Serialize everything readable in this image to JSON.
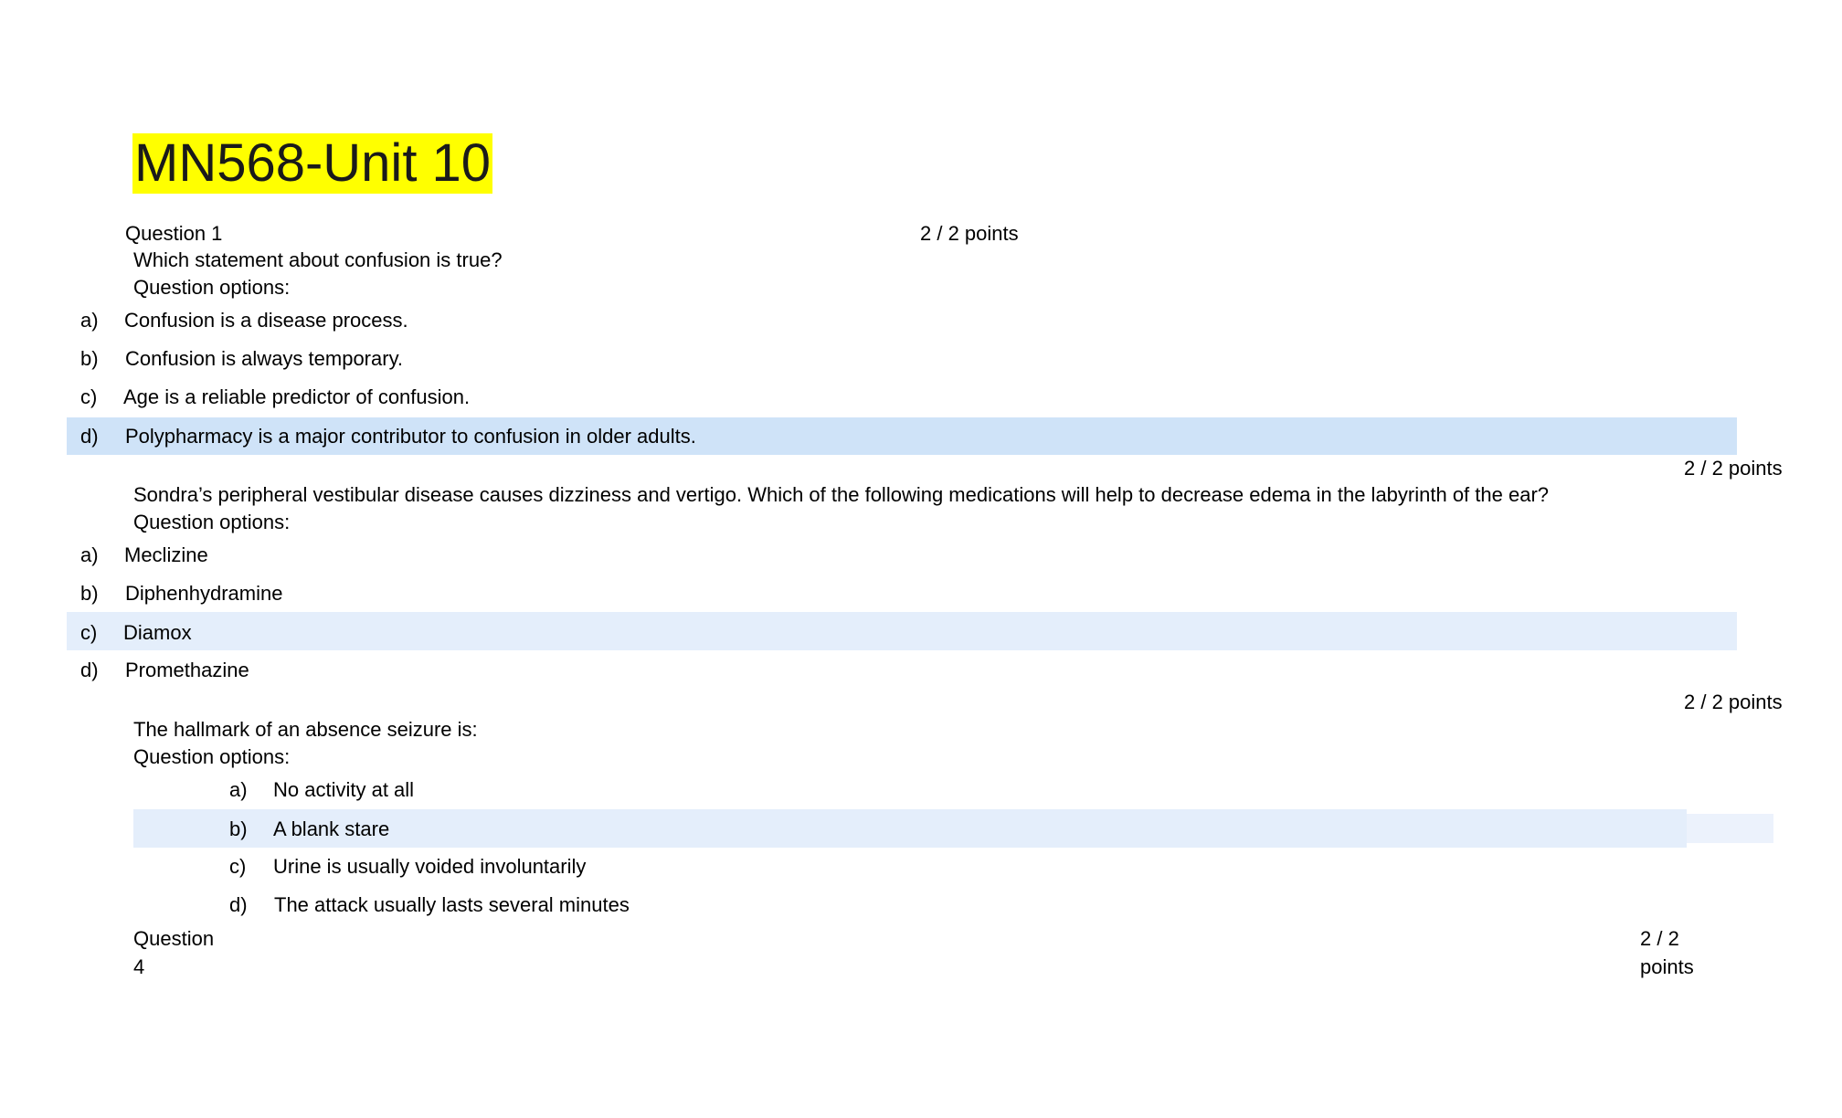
{
  "title": "MN568-Unit 10",
  "colors": {
    "title_highlight": "#ffff00",
    "selected_answer": "#cfe3f8",
    "answer_highlight": "#e4eefb",
    "text": "#000000"
  },
  "q1": {
    "label": "Question 1",
    "points": "2 / 2 points",
    "stem": "Which statement about confusion is true?",
    "options_label": "Question options:",
    "options": [
      {
        "letter": "a)",
        "text": "Confusion is a disease process."
      },
      {
        "letter": "b)",
        "text": "Confusion is always temporary."
      },
      {
        "letter": "c)",
        "text": "Age is a reliable predictor of confusion."
      },
      {
        "letter": "d)",
        "text": "Polypharmacy is a major contributor to confusion in older adults."
      }
    ]
  },
  "q2": {
    "points": "2 / 2 points",
    "stem": "Sondra’s peripheral vestibular disease causes dizziness and vertigo. Which of the following medications will help to decrease edema in the labyrinth of the ear?",
    "options_label": "Question options:",
    "options": [
      {
        "letter": "a)",
        "text": "Meclizine"
      },
      {
        "letter": "b)",
        "text": "Diphenhydramine"
      },
      {
        "letter": "c)",
        "text": "Diamox"
      },
      {
        "letter": "d)",
        "text": "Promethazine"
      }
    ]
  },
  "q3": {
    "points": "2 / 2 points",
    "stem": "The hallmark of an absence seizure is:",
    "options_label": "Question options:",
    "options": [
      {
        "letter": "a)",
        "text": "No activity at all"
      },
      {
        "letter": "b)",
        "text": "A blank stare"
      },
      {
        "letter": "c)",
        "text": "Urine is usually voided involuntarily"
      },
      {
        "letter": "d)",
        "text": "The attack usually lasts several minutes"
      }
    ]
  },
  "q4": {
    "label_line1": "Question",
    "label_line2": "4",
    "points_line1": "2 / 2",
    "points_line2": "points"
  }
}
